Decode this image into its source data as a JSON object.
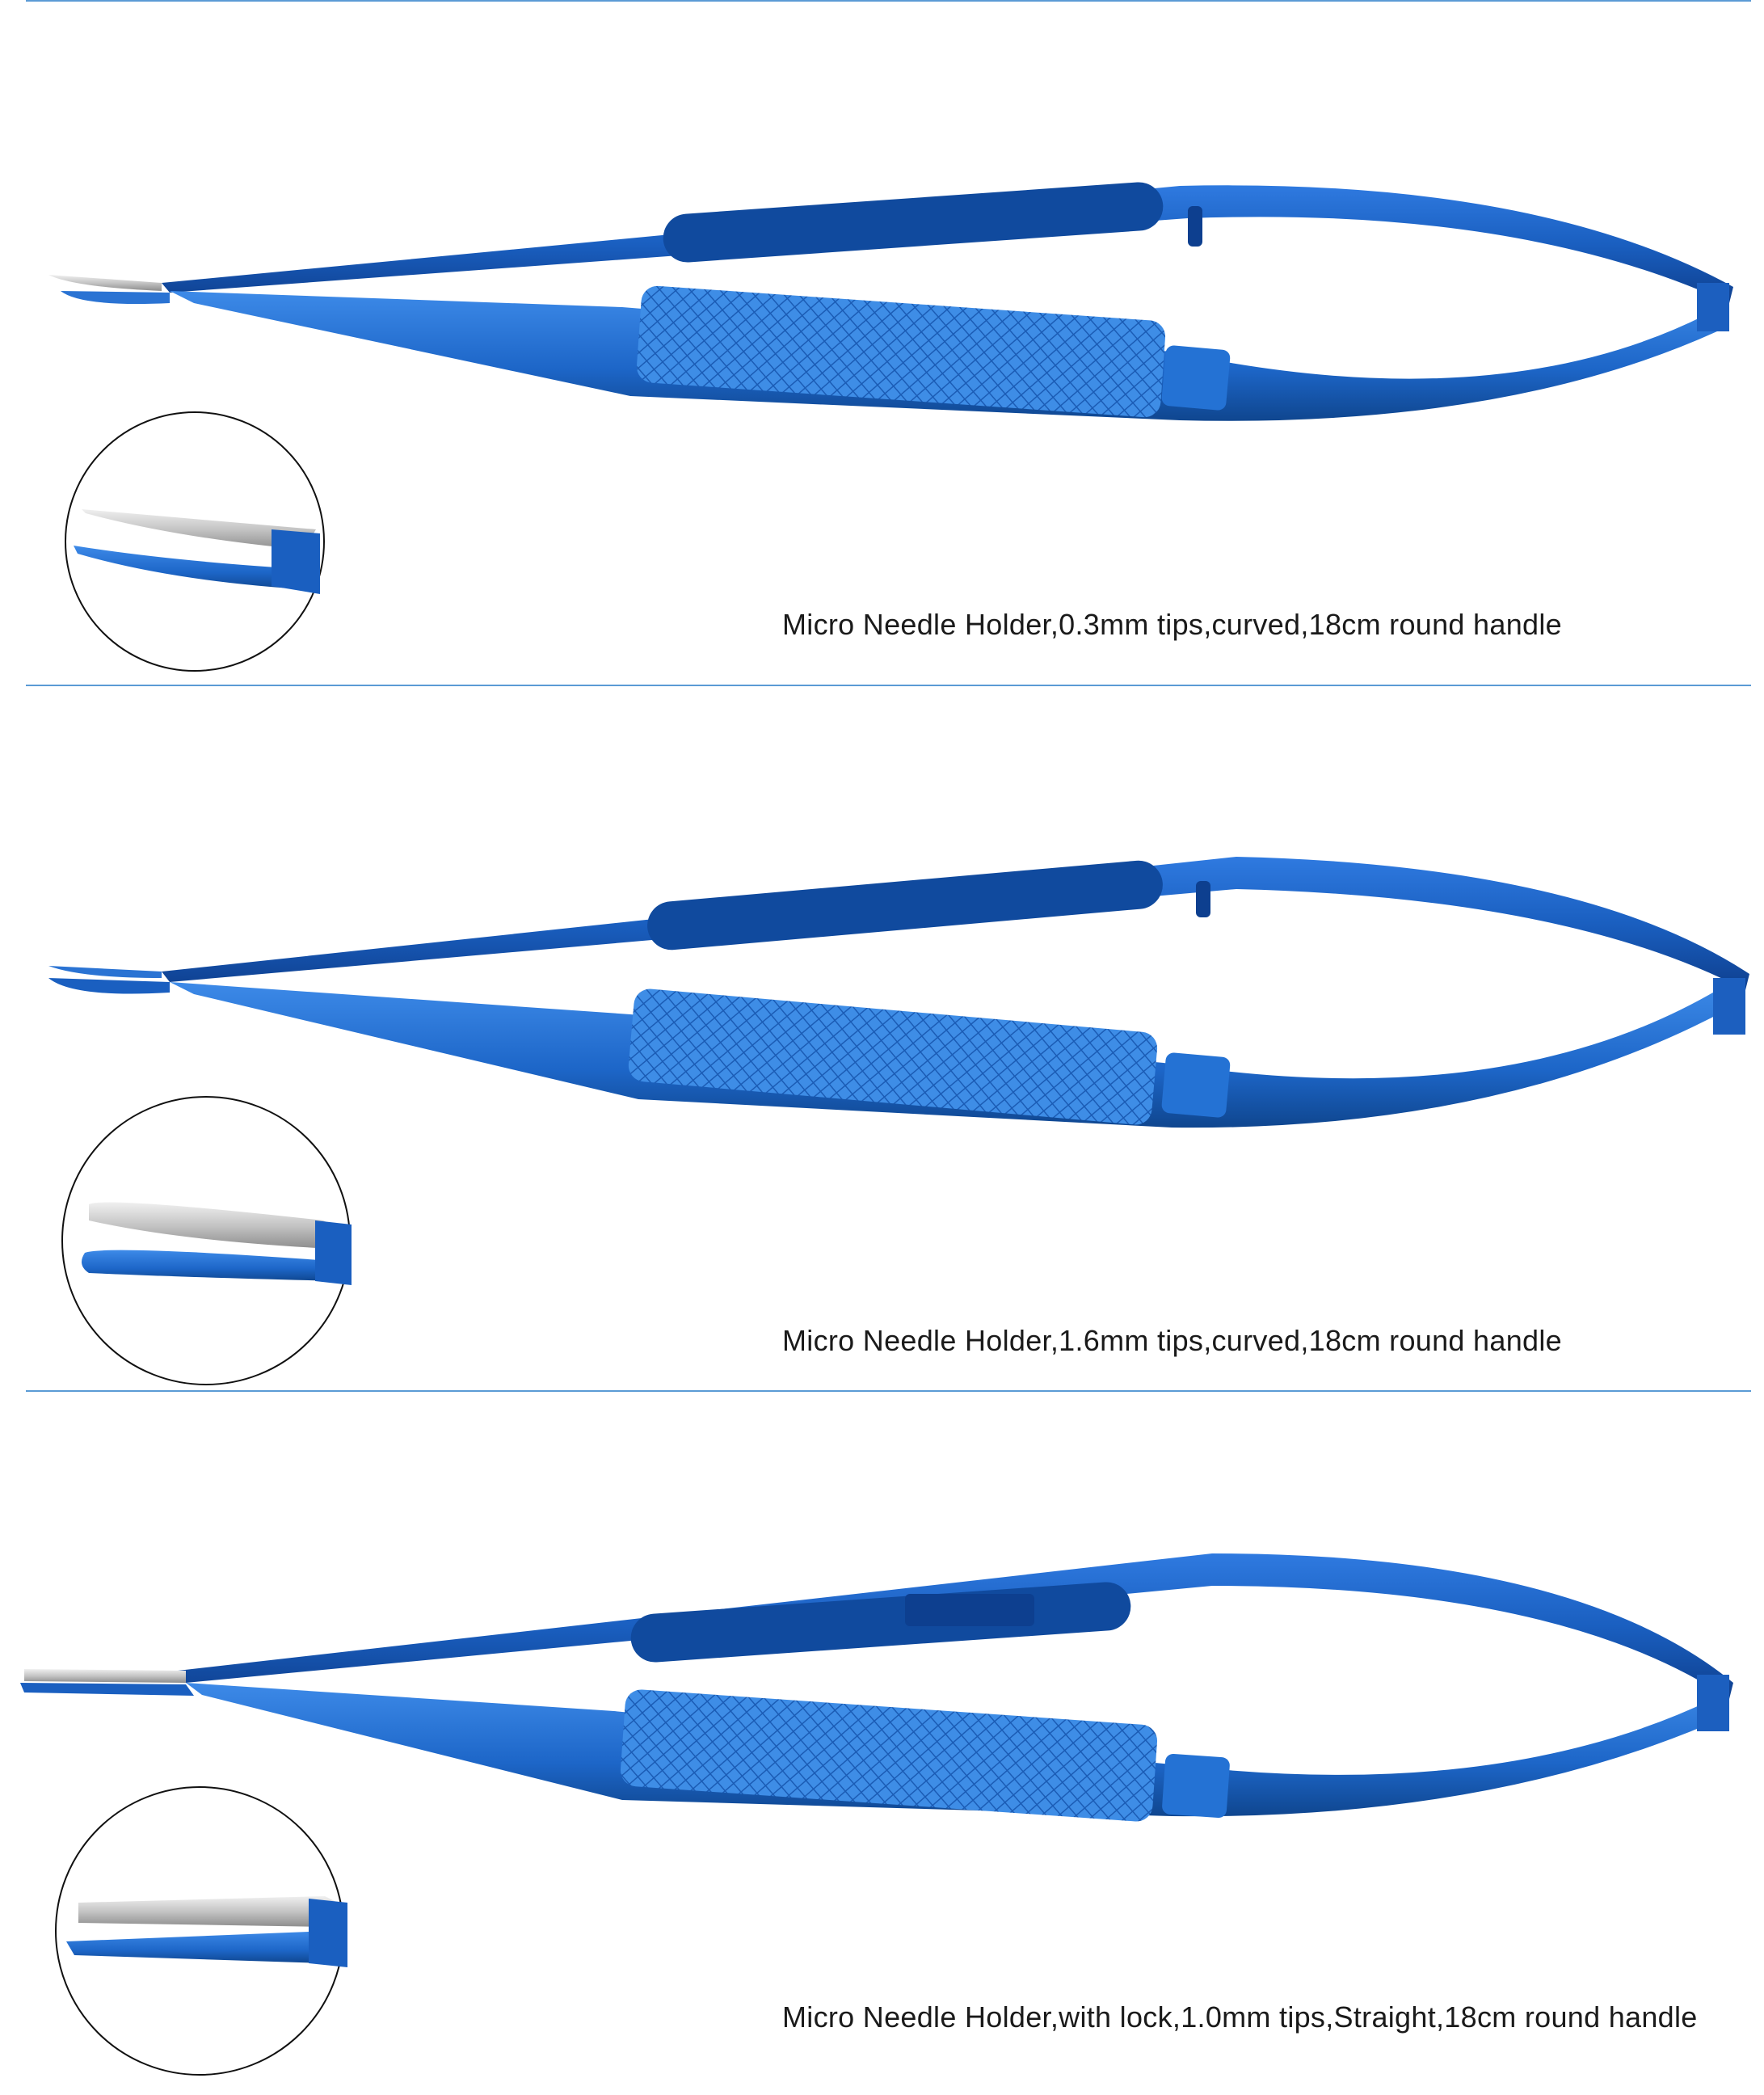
{
  "colors": {
    "divider": "#5b9bd5",
    "instrument_blue": "#1a63c4",
    "instrument_dark": "#0d3f8f",
    "instrument_light": "#4d97ec",
    "tip_silver": "#c9c9c9"
  },
  "products": [
    {
      "caption": "Micro Needle Holder,0.3mm tips,curved,18cm round handle",
      "tip": "curved"
    },
    {
      "caption": "Micro Needle Holder,1.6mm tips,curved,18cm round handle",
      "tip": "curved"
    },
    {
      "caption": "Micro Needle Holder,with lock,1.0mm tips,Straight,18cm round handle",
      "tip": "straight"
    }
  ]
}
